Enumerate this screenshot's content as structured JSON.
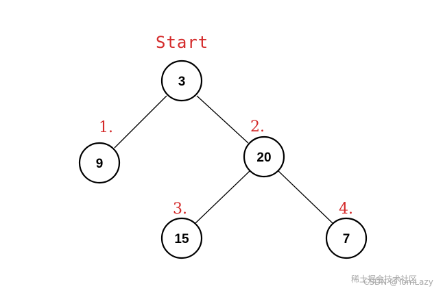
{
  "diagram": {
    "start_label": "Start",
    "nodes": [
      {
        "id": "n3",
        "value": "3"
      },
      {
        "id": "n9",
        "value": "9"
      },
      {
        "id": "n20",
        "value": "20"
      },
      {
        "id": "n15",
        "value": "15"
      },
      {
        "id": "n7",
        "value": "7"
      }
    ],
    "edges": [
      {
        "from": "n3",
        "to": "n9"
      },
      {
        "from": "n3",
        "to": "n20"
      },
      {
        "from": "n20",
        "to": "n15"
      },
      {
        "from": "n20",
        "to": "n7"
      }
    ],
    "steps": [
      "1.",
      "2.",
      "3.",
      "4."
    ],
    "colors": {
      "annotation": "#d42a2a",
      "node_stroke": "#000000",
      "edge": "#000000"
    }
  },
  "watermark": {
    "line1": "稀土掘金技术社区",
    "line2": "CSDN @TomLazy"
  }
}
